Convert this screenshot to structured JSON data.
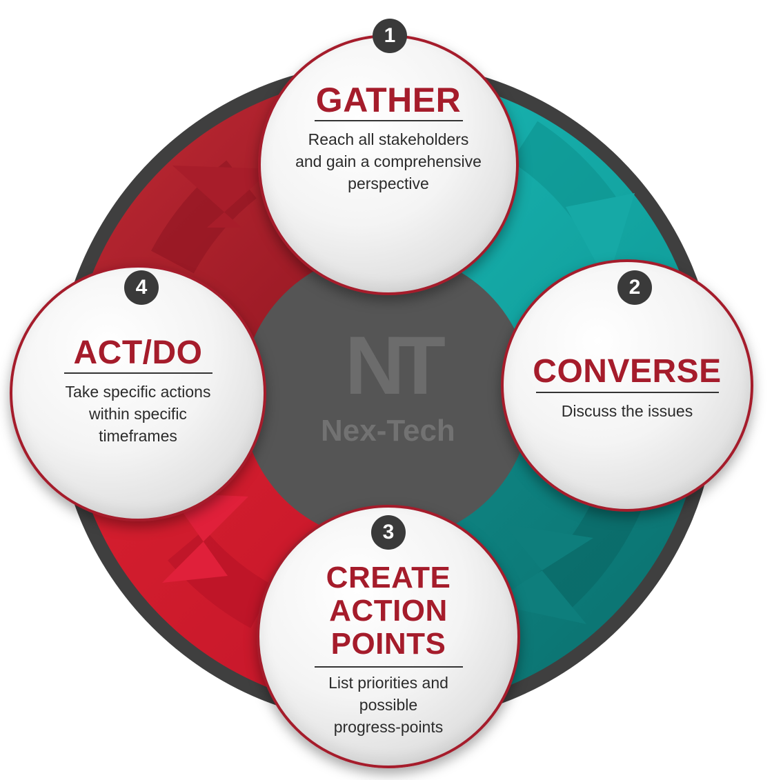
{
  "brand": {
    "logo_mark": "NT",
    "logo_name": "Nex-Tech"
  },
  "colors": {
    "accent_red": "#a51c2b",
    "teal": "#12a7a4",
    "dark_teal": "#0d7c7a",
    "ring_gray": "#3f3f3f",
    "center_gray": "#555555"
  },
  "steps": [
    {
      "number": "1",
      "title_lines": [
        "GATHER"
      ],
      "description_lines": [
        "Reach all stakeholders",
        "and gain a comprehensive",
        "perspective"
      ]
    },
    {
      "number": "2",
      "title_lines": [
        "CONVERSE"
      ],
      "description_lines": [
        "Discuss the issues"
      ]
    },
    {
      "number": "3",
      "title_lines": [
        "CREATE",
        "ACTION",
        "POINTS"
      ],
      "description_lines": [
        "List priorities and",
        "possible",
        "progress-points"
      ]
    },
    {
      "number": "4",
      "title_lines": [
        "ACT/DO"
      ],
      "description_lines": [
        "Take specific actions",
        "within specific",
        "timeframes"
      ]
    }
  ]
}
